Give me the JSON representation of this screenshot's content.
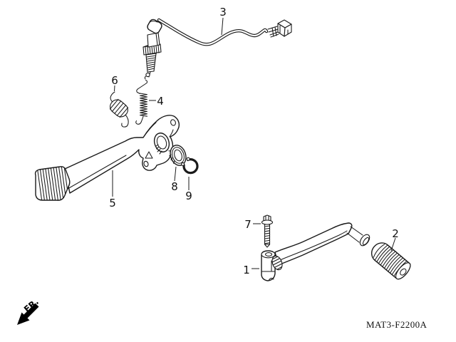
{
  "diagram": {
    "code": "MAT3-F2200A",
    "direction_label": "FR.",
    "background_color": "#ffffff",
    "line_color": "#1a1a1a"
  },
  "callouts": [
    {
      "number": "1"
    },
    {
      "number": "2"
    },
    {
      "number": "3"
    },
    {
      "number": "4"
    },
    {
      "number": "5"
    },
    {
      "number": "6"
    },
    {
      "number": "7"
    },
    {
      "number": "8"
    },
    {
      "number": "9"
    }
  ]
}
